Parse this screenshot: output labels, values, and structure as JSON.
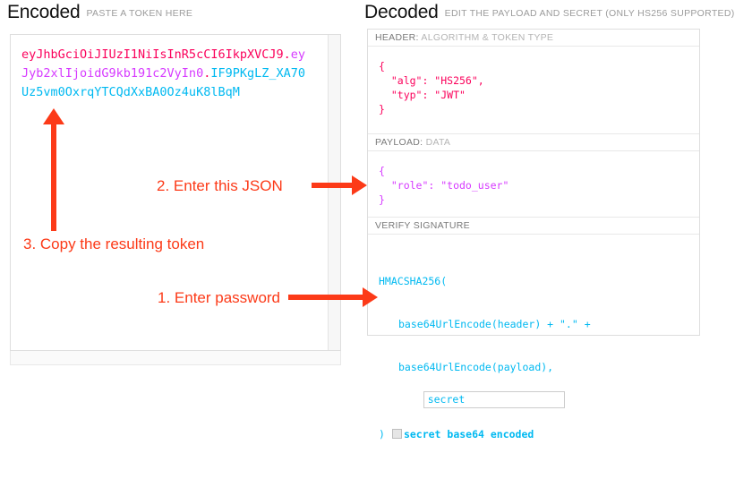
{
  "encoded": {
    "title": "Encoded",
    "subtitle": "PASTE A TOKEN HERE",
    "token": {
      "header": "eyJhbGciOiJIUzI1NiIsInR5cCI6IkpXVCJ9",
      "payload": "eyJyb2xlIjoidG9kb191c2VyIn0",
      "signature": "IF9PKgLZ_XA70Uz5vm0OxrqYTCQdXxBA0Oz4uK8lBqM",
      "separator": "."
    },
    "colors": {
      "header": "#fb015b",
      "payload": "#d63aff",
      "signature": "#00b9f1"
    }
  },
  "decoded": {
    "title": "Decoded",
    "subtitle": "EDIT THE PAYLOAD AND SECRET (ONLY HS256 SUPPORTED)",
    "sections": {
      "header": {
        "label_strong": "HEADER:",
        "label_rest": "ALGORITHM & TOKEN TYPE",
        "body": "{\n  \"alg\": \"HS256\",\n  \"typ\": \"JWT\"\n}"
      },
      "payload": {
        "label_strong": "PAYLOAD:",
        "label_rest": "DATA",
        "body": "{\n  \"role\": \"todo_user\"\n}"
      },
      "signature": {
        "label_strong": "VERIFY SIGNATURE",
        "label_rest": "",
        "line1": "HMACSHA256(",
        "line2": "base64UrlEncode(header) + \".\" +",
        "line3": "base64UrlEncode(payload),",
        "secret_value": "secret",
        "closing_paren": ")",
        "base64_label": "secret base64 encoded",
        "base64_checked": false
      }
    }
  },
  "annotations": {
    "step1": "1. Enter password",
    "step2": "2. Enter this JSON",
    "step3": "3. Copy the resulting token",
    "color": "#fc3a18"
  }
}
